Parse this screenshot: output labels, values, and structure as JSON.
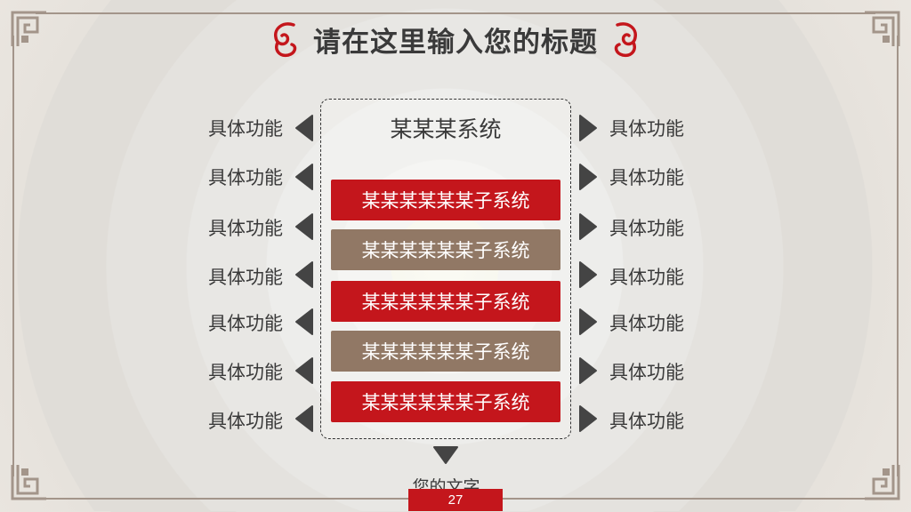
{
  "title": "请在这里输入您的标题",
  "system_title": "某某某系统",
  "subsystems": [
    "某某某某某某子系统",
    "某某某某某某子系统",
    "某某某某某某子系统",
    "某某某某某某子系统",
    "某某某某某某子系统"
  ],
  "left_features": [
    "具体功能",
    "具体功能",
    "具体功能",
    "具体功能",
    "具体功能",
    "具体功能",
    "具体功能"
  ],
  "right_features": [
    "具体功能",
    "具体功能",
    "具体功能",
    "具体功能",
    "具体功能",
    "具体功能",
    "具体功能"
  ],
  "caption": "您的文字",
  "page_number": "27",
  "colors": {
    "accent_red": "#c4161c",
    "accent_brown": "#917865",
    "frame": "#a3958a",
    "text": "#3a3a3a",
    "arrow": "#444444"
  },
  "icons": {
    "title_ornament": "auspicious-cloud-icon",
    "corner": "fret-corner-icon",
    "arrow": "triangle-arrow-icon"
  }
}
